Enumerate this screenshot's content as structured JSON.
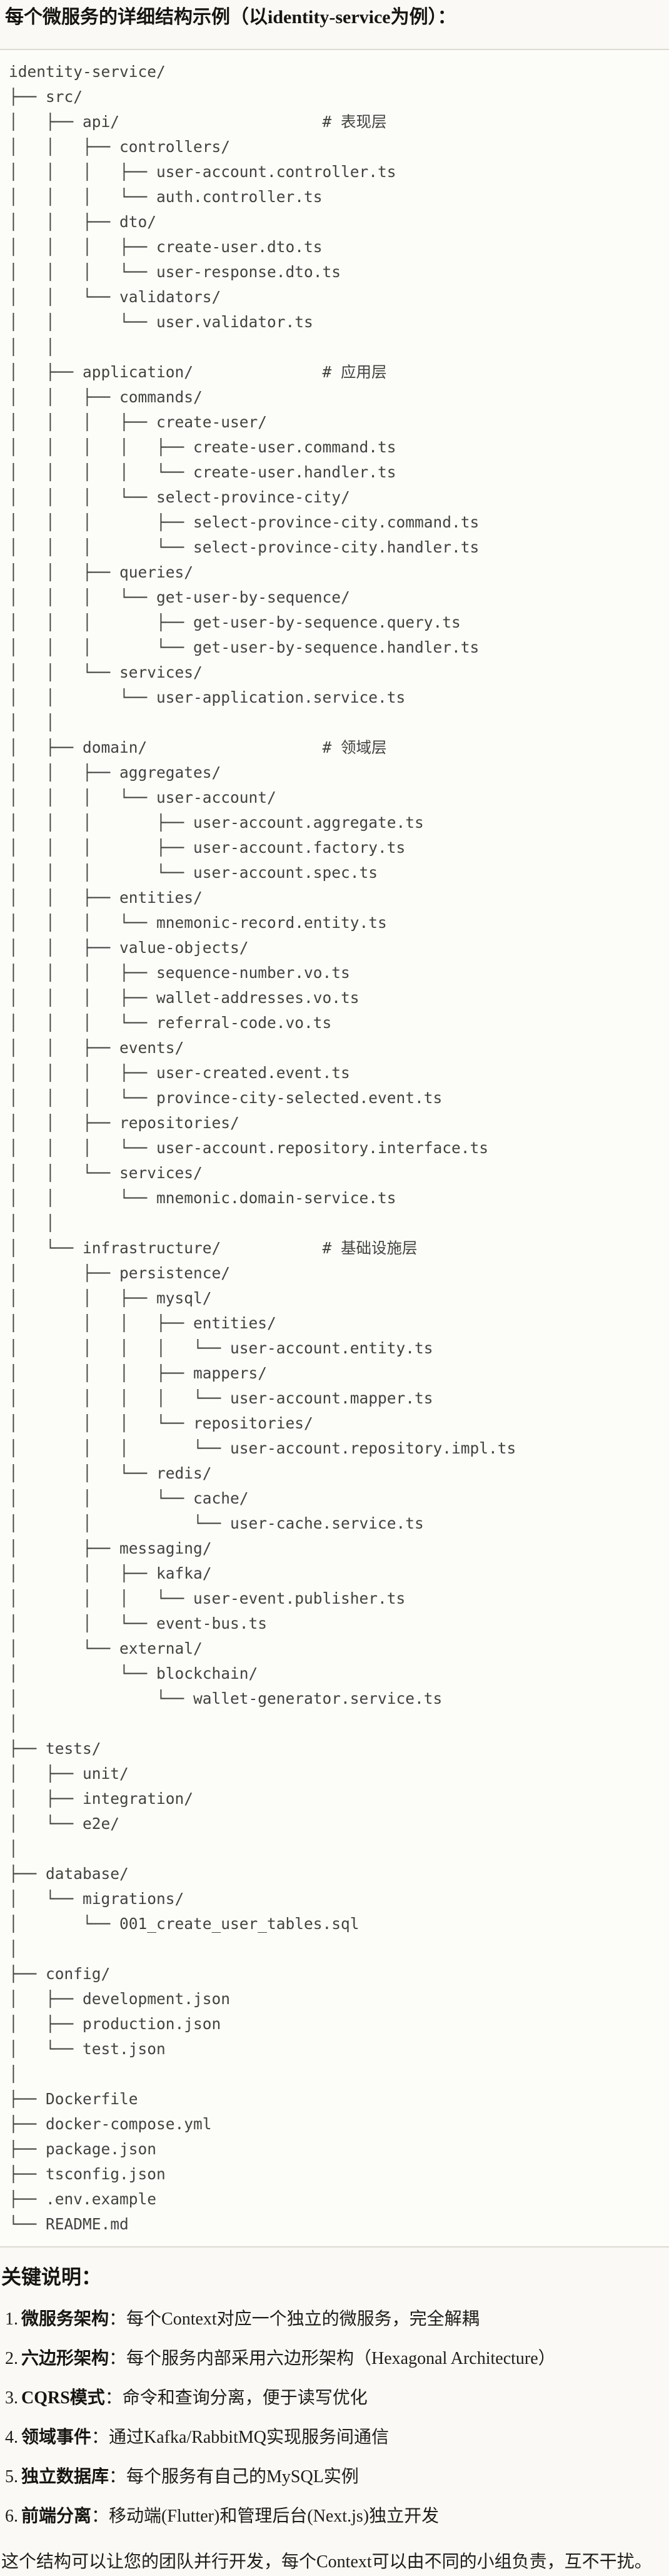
{
  "page": {
    "background": "#FAF9F5",
    "accent_text": "#161511"
  },
  "title": "每个微服务的详细结构示例（以identity-service为例）：",
  "code_block": {
    "background": "#FCFCF9",
    "border_color": "#DCDAD2",
    "text_color": "#42423E",
    "lines": [
      "identity-service/",
      "├── src/",
      "│   ├── api/                      # 表现层",
      "│   │   ├── controllers/",
      "│   │   │   ├── user-account.controller.ts",
      "│   │   │   └── auth.controller.ts",
      "│   │   ├── dto/",
      "│   │   │   ├── create-user.dto.ts",
      "│   │   │   └── user-response.dto.ts",
      "│   │   └── validators/",
      "│   │       └── user.validator.ts",
      "│   │",
      "│   ├── application/              # 应用层",
      "│   │   ├── commands/",
      "│   │   │   ├── create-user/",
      "│   │   │   │   ├── create-user.command.ts",
      "│   │   │   │   └── create-user.handler.ts",
      "│   │   │   └── select-province-city/",
      "│   │   │       ├── select-province-city.command.ts",
      "│   │   │       └── select-province-city.handler.ts",
      "│   │   ├── queries/",
      "│   │   │   └── get-user-by-sequence/",
      "│   │   │       ├── get-user-by-sequence.query.ts",
      "│   │   │       └── get-user-by-sequence.handler.ts",
      "│   │   └── services/",
      "│   │       └── user-application.service.ts",
      "│   │",
      "│   ├── domain/                   # 领域层",
      "│   │   ├── aggregates/",
      "│   │   │   └── user-account/",
      "│   │   │       ├── user-account.aggregate.ts",
      "│   │   │       ├── user-account.factory.ts",
      "│   │   │       └── user-account.spec.ts",
      "│   │   ├── entities/",
      "│   │   │   └── mnemonic-record.entity.ts",
      "│   │   ├── value-objects/",
      "│   │   │   ├── sequence-number.vo.ts",
      "│   │   │   ├── wallet-addresses.vo.ts",
      "│   │   │   └── referral-code.vo.ts",
      "│   │   ├── events/",
      "│   │   │   ├── user-created.event.ts",
      "│   │   │   └── province-city-selected.event.ts",
      "│   │   ├── repositories/",
      "│   │   │   └── user-account.repository.interface.ts",
      "│   │   └── services/",
      "│   │       └── mnemonic.domain-service.ts",
      "│   │",
      "│   └── infrastructure/           # 基础设施层",
      "│       ├── persistence/",
      "│       │   ├── mysql/",
      "│       │   │   ├── entities/",
      "│       │   │   │   └── user-account.entity.ts",
      "│       │   │   ├── mappers/",
      "│       │   │   │   └── user-account.mapper.ts",
      "│       │   │   └── repositories/",
      "│       │   │       └── user-account.repository.impl.ts",
      "│       │   └── redis/",
      "│       │       └── cache/",
      "│       │           └── user-cache.service.ts",
      "│       ├── messaging/",
      "│       │   ├── kafka/",
      "│       │   │   └── user-event.publisher.ts",
      "│       │   └── event-bus.ts",
      "│       └── external/",
      "│           └── blockchain/",
      "│               └── wallet-generator.service.ts",
      "│",
      "├── tests/",
      "│   ├── unit/",
      "│   ├── integration/",
      "│   └── e2e/",
      "│",
      "├── database/",
      "│   └── migrations/",
      "│       └── 001_create_user_tables.sql",
      "│",
      "├── config/",
      "│   ├── development.json",
      "│   ├── production.json",
      "│   └── test.json",
      "│",
      "├── Dockerfile",
      "├── docker-compose.yml",
      "├── package.json",
      "├── tsconfig.json",
      "├── .env.example",
      "└── README.md"
    ]
  },
  "notes": {
    "heading": "关键说明：",
    "items": [
      {
        "num": "1.",
        "label": "微服务架构",
        "text": "：每个Context对应一个独立的微服务，完全解耦"
      },
      {
        "num": "2.",
        "label": "六边形架构",
        "text": "：每个服务内部采用六边形架构（Hexagonal Architecture）"
      },
      {
        "num": "3.",
        "label": "CQRS模式",
        "text": "：命令和查询分离，便于读写优化"
      },
      {
        "num": "4.",
        "label": "领域事件",
        "text": "：通过Kafka/RabbitMQ实现服务间通信"
      },
      {
        "num": "5.",
        "label": "独立数据库",
        "text": "：每个服务有自己的MySQL实例"
      },
      {
        "num": "6.",
        "label": "前端分离",
        "text": "：移动端(Flutter)和管理后台(Next.js)独立开发"
      }
    ],
    "footer": "这个结构可以让您的团队并行开发，每个Context可以由不同的小组负责，互不干扰。"
  }
}
